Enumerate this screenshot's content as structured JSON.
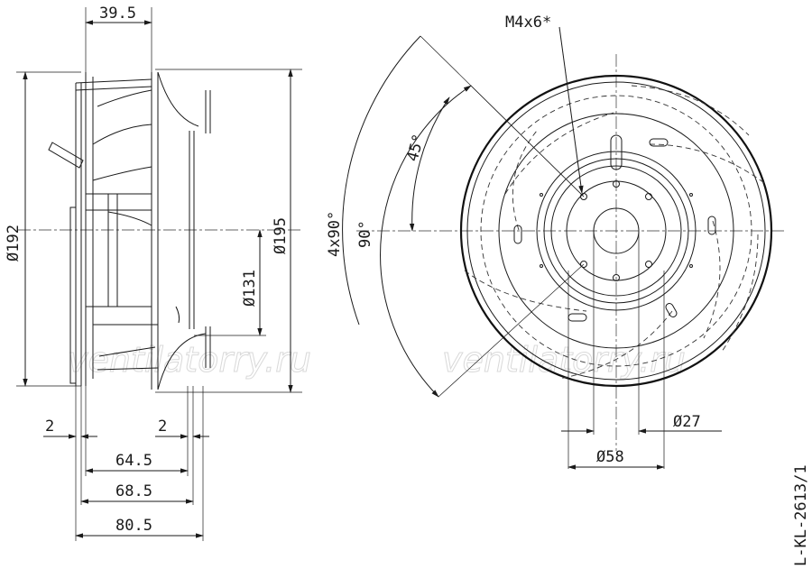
{
  "side_view": {
    "dims": {
      "top_width": "39.5",
      "left_height": "Ø192",
      "right_height": "Ø195",
      "inlet_dia": "Ø131",
      "gap_left": "2",
      "gap_right": "2",
      "len_1": "64.5",
      "len_2": "68.5",
      "len_3": "80.5"
    }
  },
  "front_view": {
    "screw_label": "M4x6*",
    "angle_45": "45°",
    "angle_90": "90°",
    "angle_4x90": "4x90°",
    "dia_27": "Ø27",
    "dia_58": "Ø58"
  },
  "watermarks": [
    "ventilatorry.ru",
    "ventilatorry.ru"
  ],
  "drawing_code": "L-KL-2613/1"
}
